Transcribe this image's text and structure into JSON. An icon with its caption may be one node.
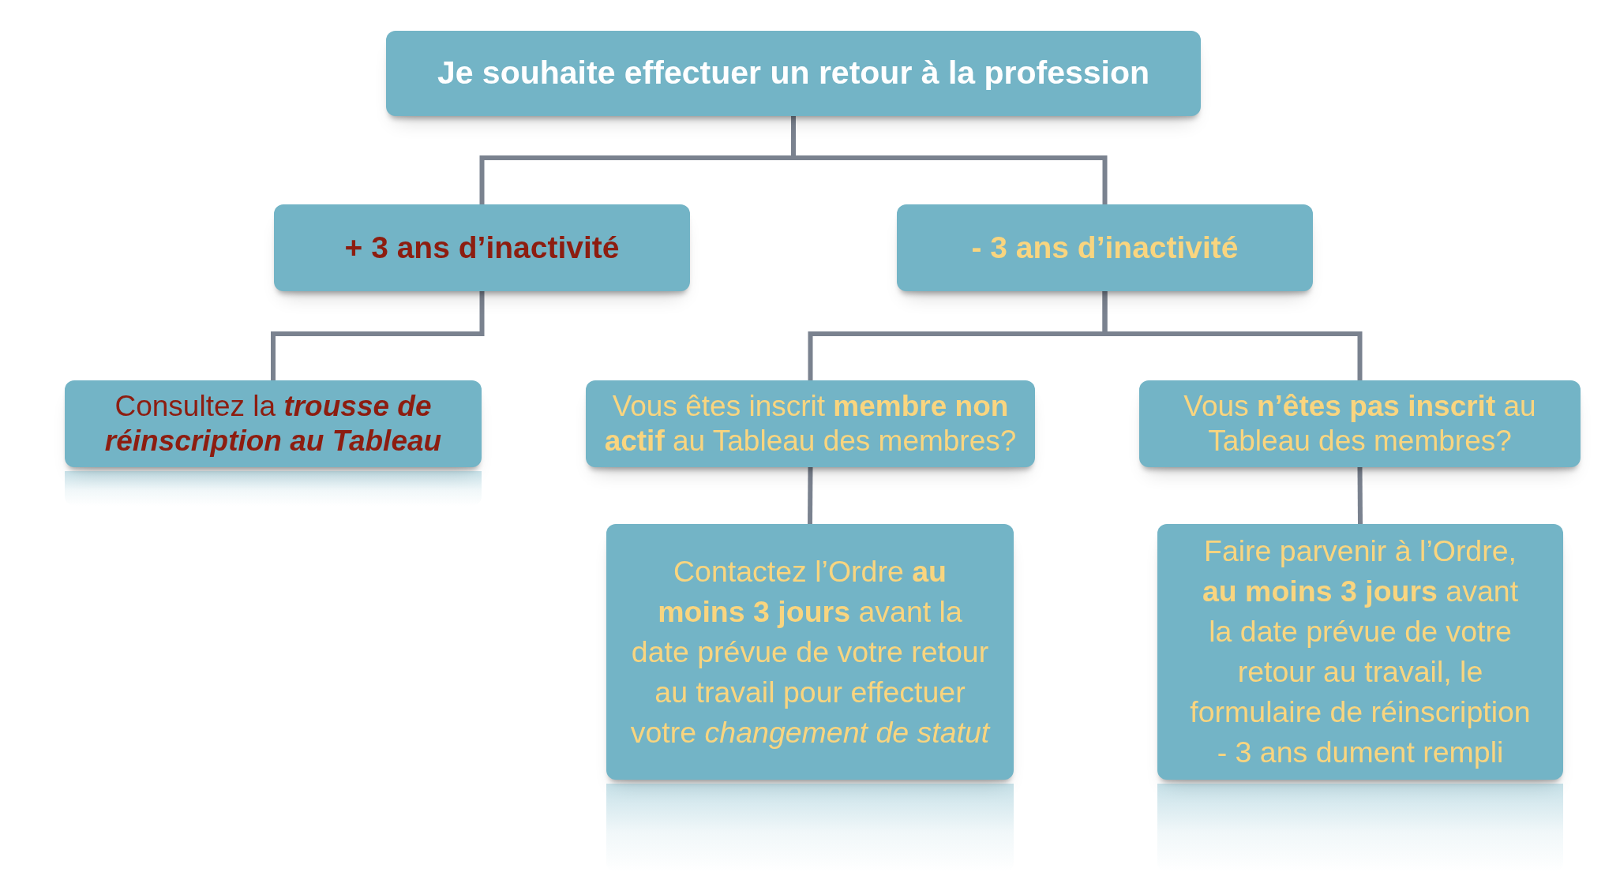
{
  "diagram": {
    "nodes": [
      {
        "text": [
          "Je souhaite effectuer un retour à la profession"
        ]
      },
      {
        "text": [
          "+ 3 ans d’inactivité"
        ]
      },
      {
        "text": [
          "- 3 ans d’inactivité"
        ]
      },
      {
        "text": [
          "Consultez la *trousse de réinscription au Tableau*"
        ]
      },
      {
        "text": [
          "Vous êtes inscrit **membre non actif** au Tableau des membres?"
        ]
      },
      {
        "text": [
          "Vous **n’êtes pas inscrit** au Tableau des membres?"
        ]
      },
      {
        "text": [
          "Contactez l’Ordre **au moins 3 jours** avant la date prévue de votre retour au travail pour effectuer votre *changement de statut*"
        ]
      },
      {
        "text": [
          "Faire parvenir à l’Ordre, **au moins 3 jours** avant la date prévue de votre retour au travail, le formulaire de réinscription - 3 ans dument rempli"
        ]
      }
    ],
    "edges": [
      {
        "from": 0,
        "to": 1,
        "arrow": "none"
      },
      {
        "from": 0,
        "to": 2,
        "arrow": "none"
      },
      {
        "from": 1,
        "to": 3,
        "arrow": "none"
      },
      {
        "from": 2,
        "to": 4,
        "arrow": "none"
      },
      {
        "from": 2,
        "to": 5,
        "arrow": "none"
      },
      {
        "from": 4,
        "to": 6,
        "arrow": "none"
      },
      {
        "from": 5,
        "to": 7,
        "arrow": "none"
      }
    ]
  }
}
